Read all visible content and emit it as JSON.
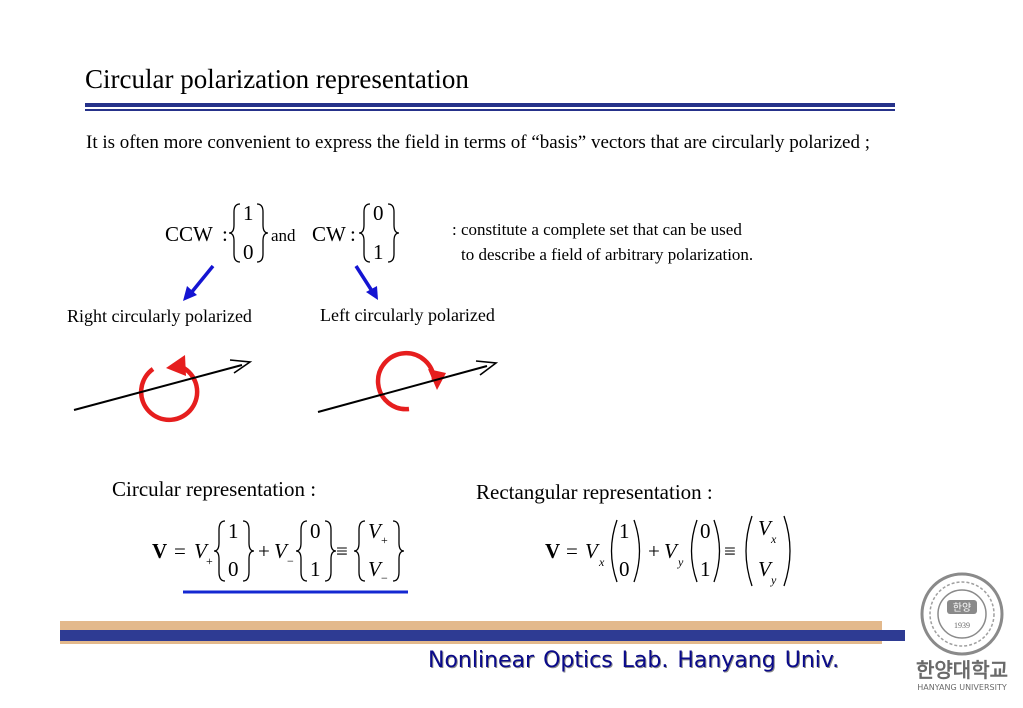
{
  "slide": {
    "title": "Circular polarization representation",
    "intro": "It is often more convenient to express the field in terms of “basis” vectors that are circularly polarized ;",
    "ccw_label": "CCW",
    "cw_label": "CW",
    "and_text": "and",
    "colon": ":",
    "ccw_vector": [
      "1",
      "0"
    ],
    "cw_vector": [
      "0",
      "1"
    ],
    "note_line1": ": constitute a complete set that can be used",
    "note_line2": "to describe a field of arbitrary polarization.",
    "right_label": "Right circularly polarized",
    "left_label": "Left circularly polarized",
    "circular_heading": "Circular representation :",
    "rectangular_heading": "Rectangular representation :",
    "circular_eq": {
      "lhs": "V",
      "eq": "=",
      "c1": "V",
      "s1": "+",
      "plus": "+",
      "c2": "V",
      "s2": "−",
      "equiv": "≡",
      "r1": "V",
      "r1s": "+",
      "r2": "V",
      "r2s": "−"
    },
    "rect_eq": {
      "lhs": "V",
      "eq": "=",
      "c1": "V",
      "s1": "x",
      "plus": "+",
      "c2": "V",
      "s2": "y",
      "equiv": "≡",
      "r1": "V",
      "r1s": "x",
      "r2": "V",
      "r2s": "y"
    },
    "footer": "Nonlinear Optics Lab.   Hanyang Univ.",
    "logo": {
      "seal_text": "한양",
      "seal_year": "1939",
      "name_kr": "한양대학교",
      "name_en": "HANYANG UNIVERSITY"
    }
  },
  "colors": {
    "rule_navy": "#26328a",
    "arrow_blue": "#1414d2",
    "circle_red": "#e61e1e",
    "underline_blue": "#1428d2",
    "footer_tan": "#e3b98c",
    "footer_navy": "#2e3b93",
    "footer_text": "#0a0a8a"
  }
}
